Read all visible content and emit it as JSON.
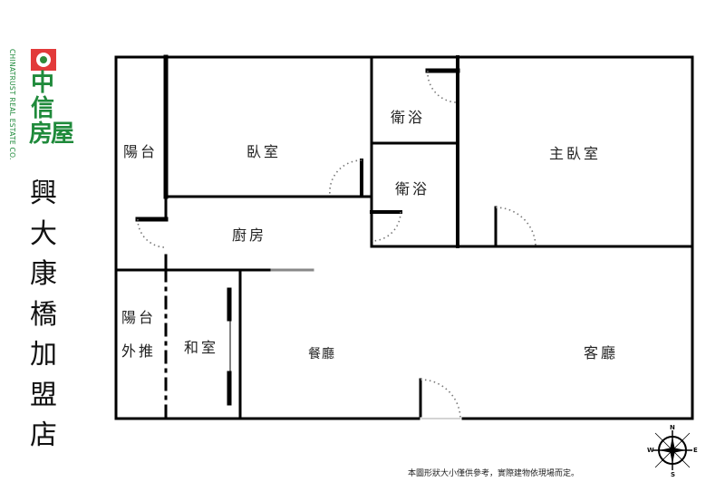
{
  "brand": {
    "name_cn_lines": [
      "中",
      "信",
      "房屋"
    ],
    "name_en": "CHINATRUST REAL ESTATE CO.",
    "colors": {
      "logo_red": "#e23a3a",
      "logo_green": "#1f8a3b"
    }
  },
  "store": {
    "name_chars": [
      "興",
      "大",
      "康",
      "橋",
      "加",
      "盟",
      "店"
    ]
  },
  "floorplan": {
    "rooms": [
      {
        "id": "balcony-top",
        "label": "陽台"
      },
      {
        "id": "bedroom",
        "label": "臥室"
      },
      {
        "id": "bathroom-1",
        "label": "衛浴"
      },
      {
        "id": "bathroom-2",
        "label": "衛浴"
      },
      {
        "id": "master-bedroom",
        "label": "主臥室"
      },
      {
        "id": "kitchen",
        "label": "廚房"
      },
      {
        "id": "balcony-extended-line1",
        "label": "陽台"
      },
      {
        "id": "balcony-extended-line2",
        "label": "外推"
      },
      {
        "id": "japanese-room",
        "label": "和室"
      },
      {
        "id": "dining-room",
        "label": "餐廳"
      },
      {
        "id": "living-room",
        "label": "客廳"
      }
    ]
  },
  "compass": {
    "n": "N",
    "s": "S",
    "e": "E",
    "w": "W"
  },
  "disclaimer": "本圖形狀大小僅供參考，實際建物依現場而定。"
}
